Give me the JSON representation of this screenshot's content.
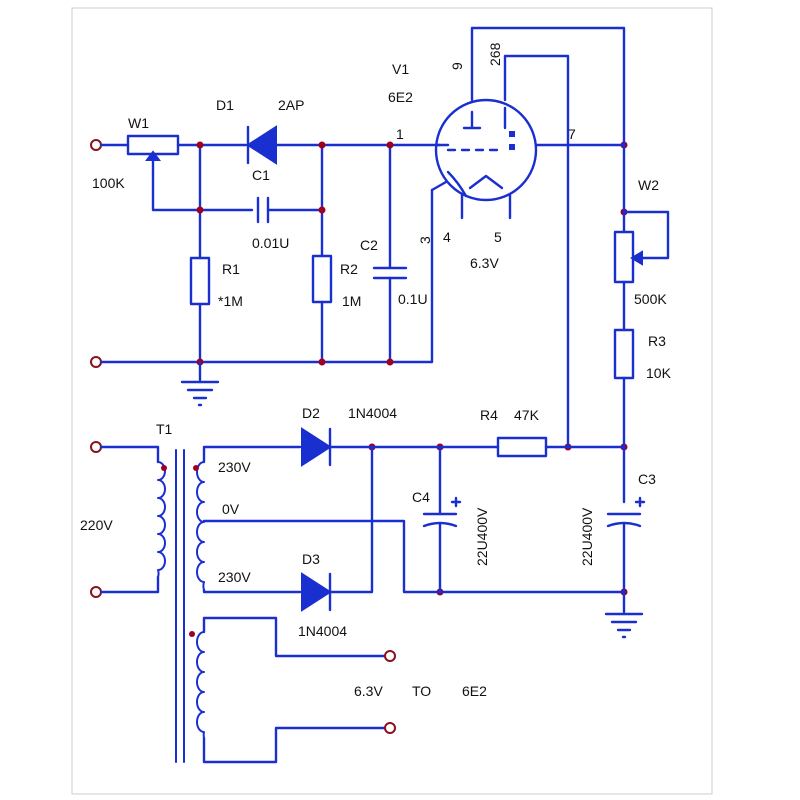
{
  "components": {
    "W1": {
      "ref": "W1",
      "value": "100K"
    },
    "D1": {
      "ref": "D1",
      "value": "2AP"
    },
    "C1": {
      "ref": "C1",
      "value": "0.01U"
    },
    "R1": {
      "ref": "R1",
      "value": "*1M"
    },
    "R2": {
      "ref": "R2",
      "value": "1M"
    },
    "C2": {
      "ref": "C2",
      "value": "0.1U"
    },
    "V1": {
      "ref": "V1",
      "value": "6E2"
    },
    "W2": {
      "ref": "W2",
      "value": "500K"
    },
    "R3": {
      "ref": "R3",
      "value": "10K"
    },
    "R4": {
      "ref": "R4",
      "value": "47K"
    },
    "T1": {
      "ref": "T1"
    },
    "D2": {
      "ref": "D2",
      "value": "1N4004"
    },
    "D3": {
      "ref": "D3",
      "value": "1N4004"
    },
    "C4": {
      "ref": "C4",
      "value": "22U400V"
    },
    "C3": {
      "ref": "C3",
      "value": "22U400V"
    }
  },
  "tube": {
    "pins": {
      "p1": "1",
      "p9": "9",
      "p268": "268",
      "p7": "7",
      "p3": "3",
      "p4": "4",
      "p5": "5"
    },
    "heater": "6.3V"
  },
  "transformer": {
    "primary": "220V",
    "sec_top": "230V",
    "sec_mid": "0V",
    "sec_bottom": "230V",
    "heater_note": "6.3V",
    "heater_to": "TO",
    "heater_target": "6E2"
  }
}
